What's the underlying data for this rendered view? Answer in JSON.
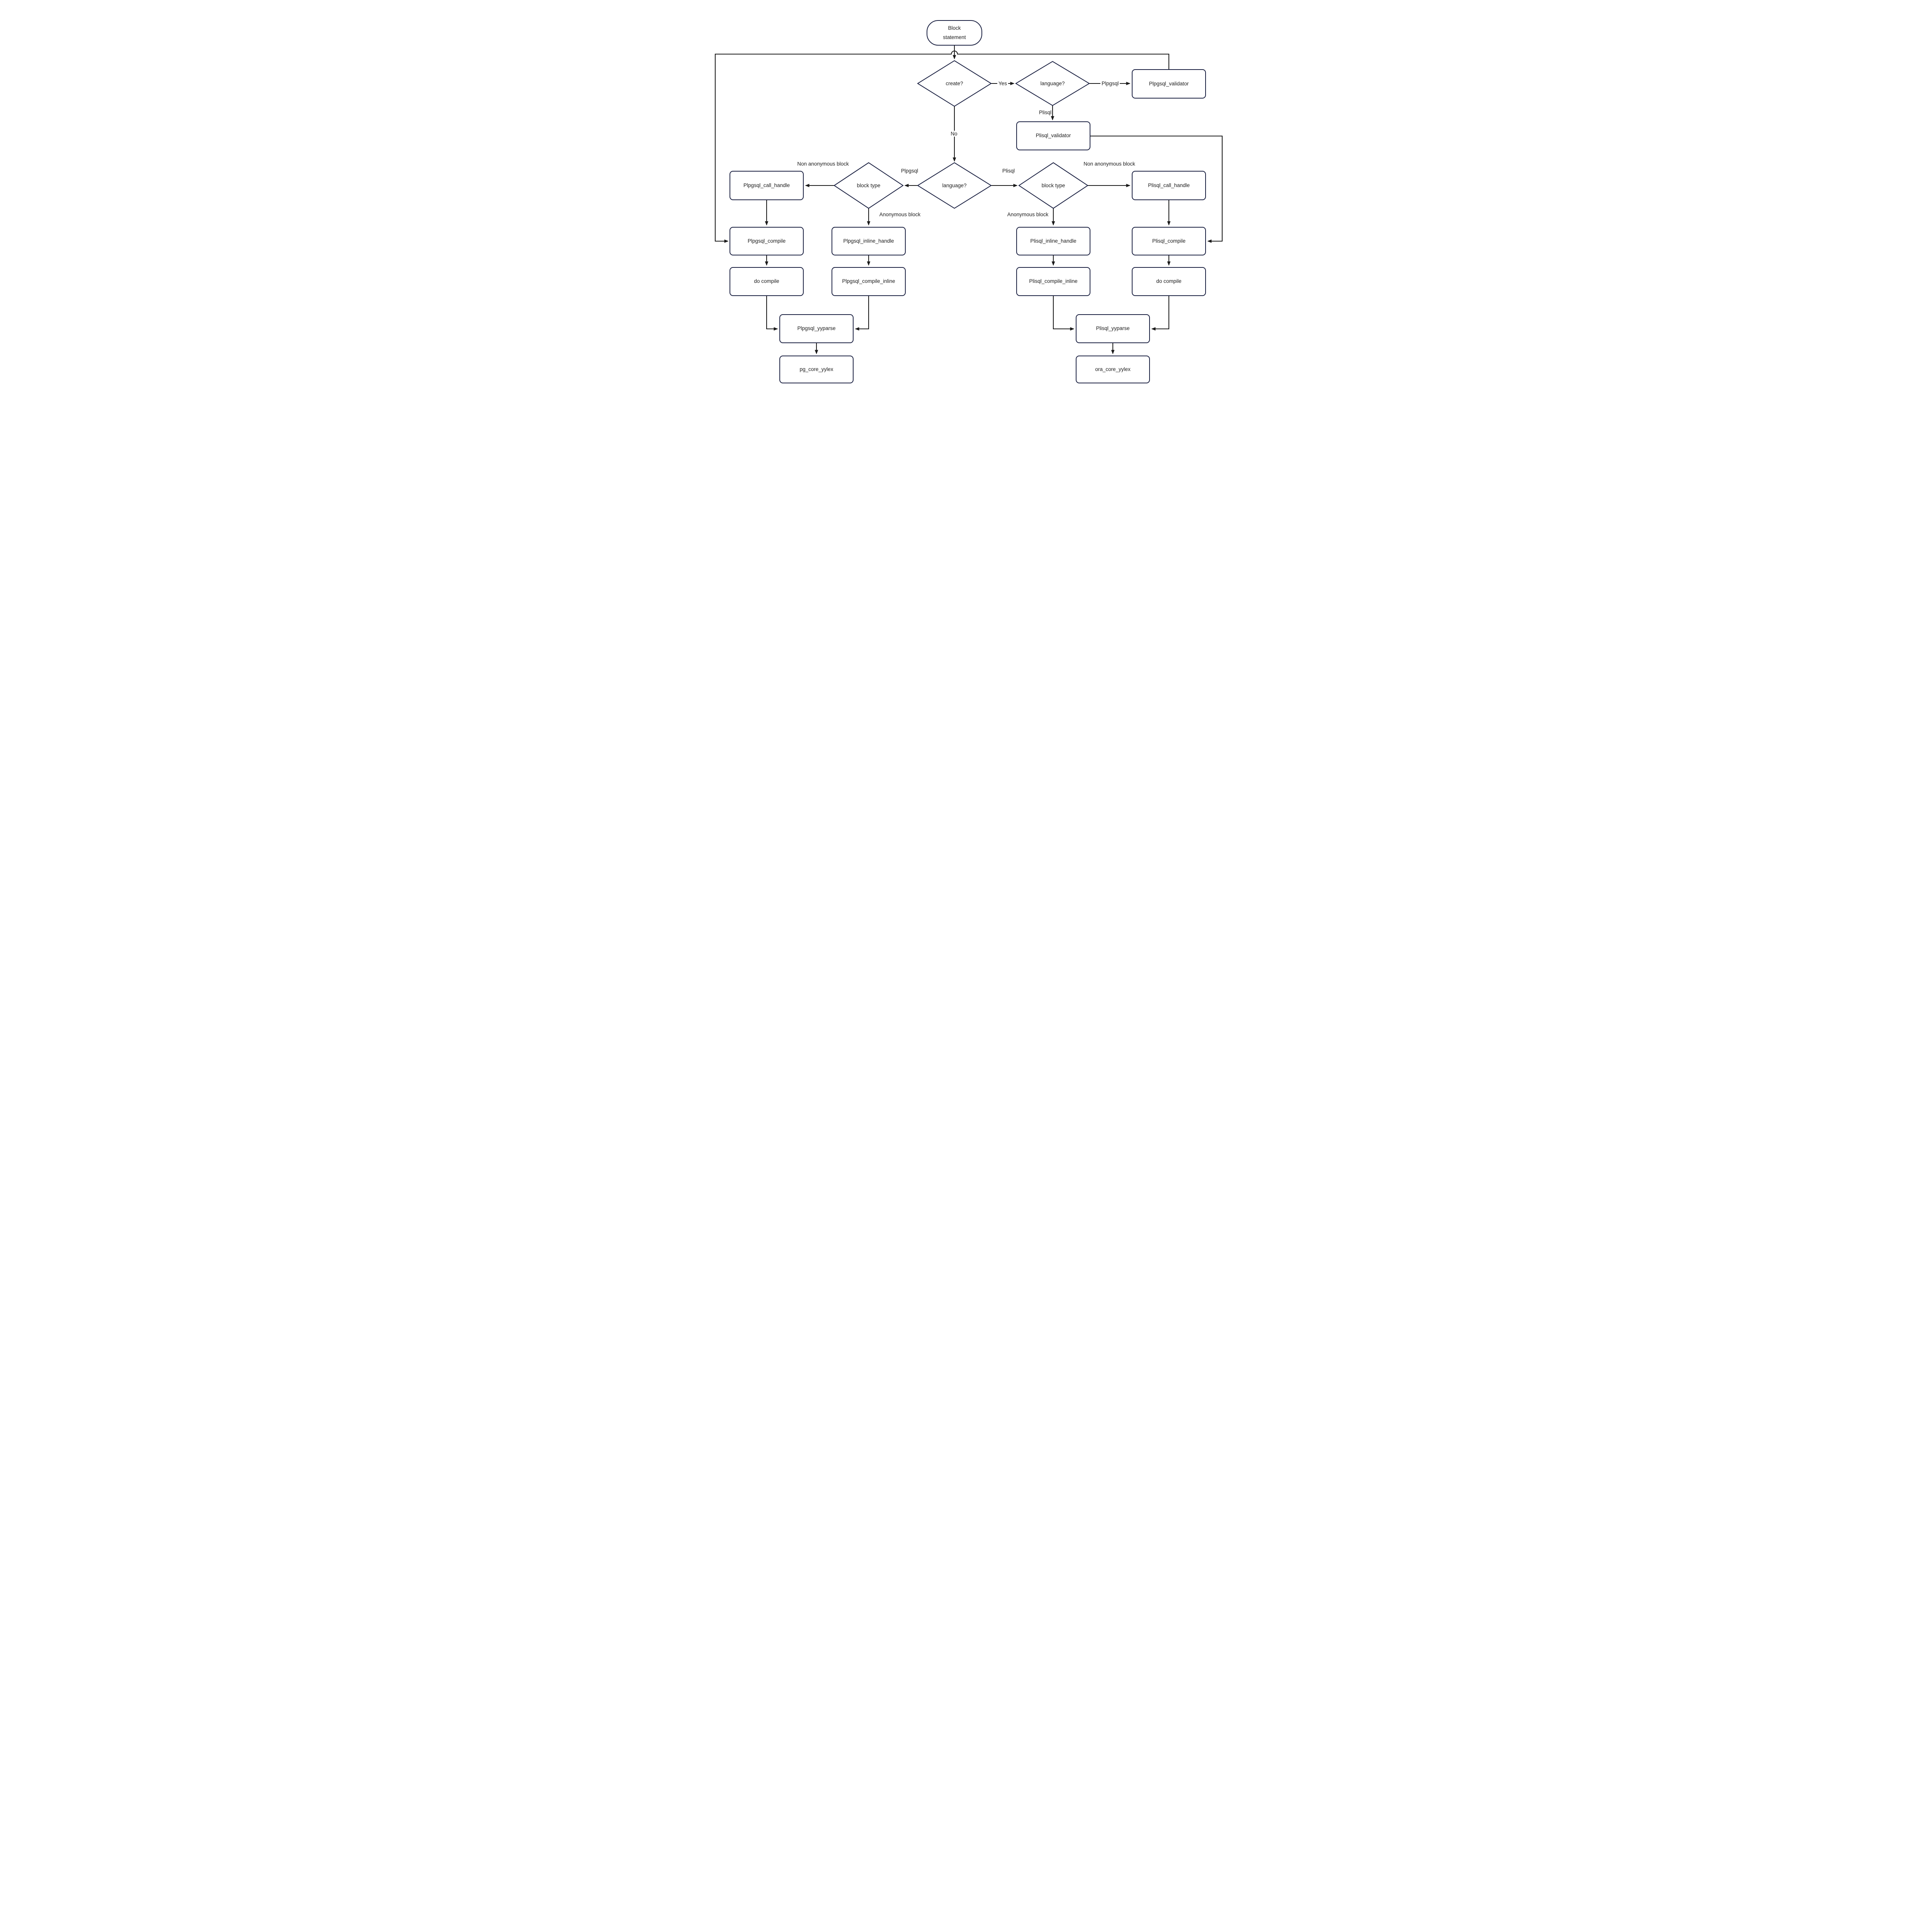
{
  "colors": {
    "node_border": "#1b2142",
    "edge": "#1a1a1a",
    "text": "#1c1c1c",
    "background": "#ffffff"
  },
  "nodes": {
    "block_statement": "Block statement",
    "create_decision": "create?",
    "language_decision_top": "language?",
    "plpgsql_validator": "Plpgsql_validator",
    "plisql_validator": "Plisql_validator",
    "language_decision_main": "language?",
    "block_type_left": "block type",
    "block_type_right": "block type",
    "plpgsql_call_handle": "Plpgsql_call_handle",
    "plisql_call_handle": "Plisql_call_handle",
    "plpgsql_compile": "Plpgsql_compile",
    "plpgsql_inline_handle": "Plpgsql_inline_handle",
    "plisql_inline_handle": "Plisql_inline_handle",
    "plisql_compile": "Plisql_compile",
    "do_compile_left": "do compile",
    "plpgsql_compile_inline": "Plpgsql_compile_inline",
    "plisql_compile_inline": "Plisql_compile_inline",
    "do_compile_right": "do compile",
    "plpgsql_yyparse": "Plpgsql_yyparse",
    "plisql_yyparse": "Plisql_yyparse",
    "pg_core_yylex": "pg_core_yylex",
    "ora_core_yylex": "ora_core_yylex"
  },
  "edge_labels": {
    "yes": "Yes",
    "no": "No",
    "plpgsql_create": "Plpgsql",
    "plisql_create": "Plisql",
    "plpgsql_lang": "Plpgsql",
    "plisql_lang": "Plisql",
    "non_anonymous_left": "Non anonymous block",
    "anonymous_left": "Anonymous block",
    "non_anonymous_right": "Non anonymous block",
    "anonymous_right": "Anonymous block"
  }
}
